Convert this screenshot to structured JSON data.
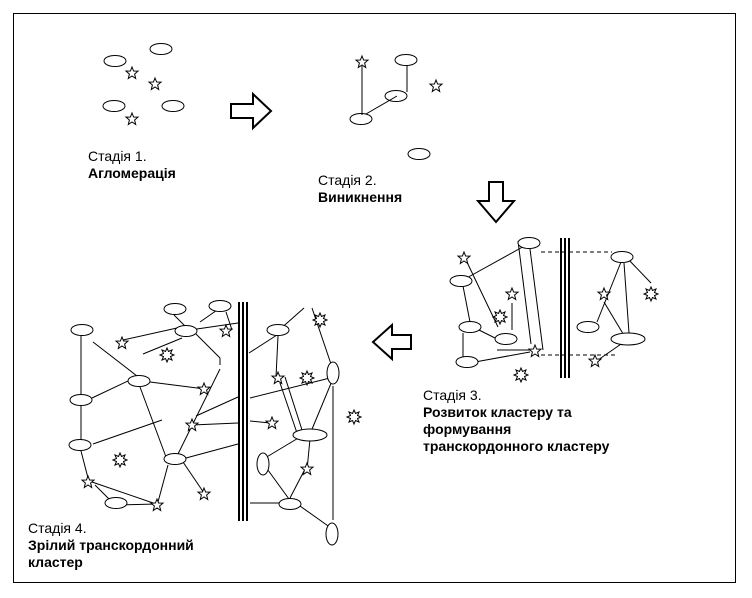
{
  "stages": [
    {
      "label": "Стадія 1.",
      "title": "Агломерація"
    },
    {
      "label": "Стадія 2.",
      "title": "Виникнення"
    },
    {
      "label": "Стадія 3.",
      "title_lines": [
        "Розвиток кластеру та",
        "формування",
        "транскордонного кластеру"
      ]
    },
    {
      "label": "Стадія 4.",
      "title_lines": [
        "Зрілий транскордонний",
        "кластер"
      ]
    }
  ],
  "colors": {
    "line": "#000000",
    "fill": "#ffffff"
  },
  "legend_shapes": {
    "firm": "ellipse",
    "institution": "star-icon",
    "new_entity": "burst-icon"
  }
}
